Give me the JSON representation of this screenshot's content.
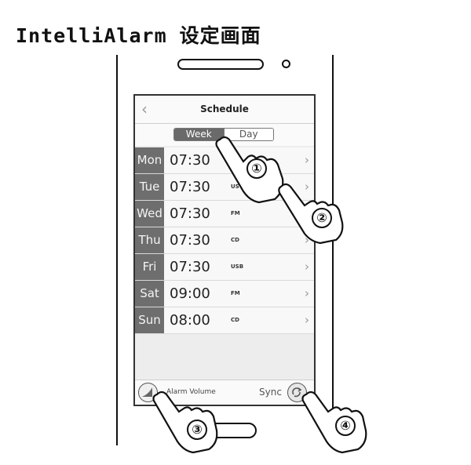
{
  "heading": "IntelliAlarm 设定画面",
  "screen": {
    "title": "Schedule",
    "tabs": [
      {
        "label": "Week",
        "active": true
      },
      {
        "label": "Day",
        "active": false
      }
    ],
    "schedule": [
      {
        "day": "Mon",
        "time": "07:30",
        "source": ""
      },
      {
        "day": "Tue",
        "time": "07:30",
        "source": "US"
      },
      {
        "day": "Wed",
        "time": "07:30",
        "source": "FM"
      },
      {
        "day": "Thu",
        "time": "07:30",
        "source": "CD"
      },
      {
        "day": "Fri",
        "time": "07:30",
        "source": "USB"
      },
      {
        "day": "Sat",
        "time": "09:00",
        "source": "FM"
      },
      {
        "day": "Sun",
        "time": "08:00",
        "source": "CD"
      }
    ],
    "alarm_volume_label": "Alarm Volume",
    "sync_label": "Sync"
  },
  "callouts": [
    "①",
    "②",
    "③",
    "④"
  ],
  "colors": {
    "day_column": "#6e6e6e",
    "active_tab": "#6a6a6a"
  }
}
